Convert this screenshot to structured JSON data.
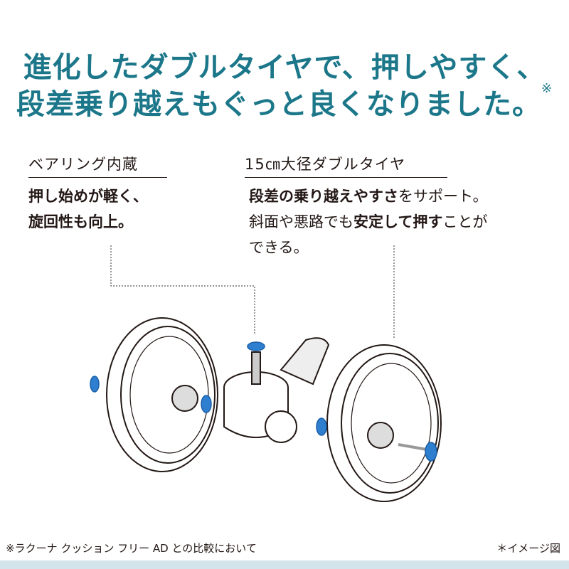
{
  "headline": {
    "line1": "進化したダブルタイヤで、押しやすく、",
    "line2": "段差乗り越えもぐっと良くなりました。",
    "mark": "※"
  },
  "features": [
    {
      "heading": "ベアリング内蔵",
      "body_lines": [
        "押し始めが軽く、",
        "旋回性も向上。"
      ]
    },
    {
      "heading": "15㎝大径ダブルタイヤ",
      "body": {
        "bold1": "段差の乗り越えやすさ",
        "normal1": "をサポート。",
        "normal2": "斜面や悪路でも",
        "bold2": "安定して押す",
        "normal3": "ことが",
        "normal4": "できる。"
      }
    }
  ],
  "footnote": "※ラクーナ クッション フリー AD との比較において",
  "image_note": "＊イメージ図",
  "colors": {
    "accent": "#1b7789",
    "bearing": "#2f7fd0",
    "strip": "#d3e5eb"
  }
}
